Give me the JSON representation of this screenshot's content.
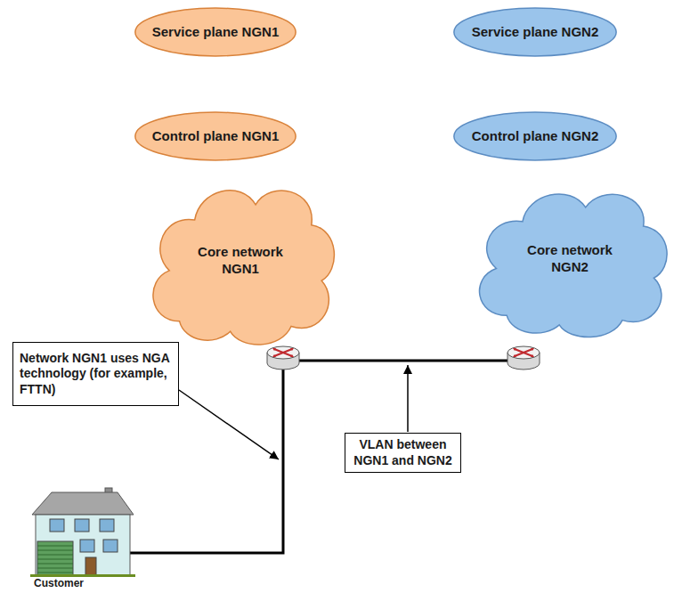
{
  "diagram": {
    "nodes": [
      {
        "text": [
          "Service plane NGN1"
        ]
      },
      {
        "text": [
          "Service plane NGN2"
        ]
      },
      {
        "text": [
          "Control plane NGN1"
        ]
      },
      {
        "text": [
          "Control plane NGN2"
        ]
      },
      {
        "text": [
          "Core network NGN1"
        ]
      },
      {
        "text": [
          "Core network NGN2"
        ]
      },
      {
        "text": [
          "Network NGN1 uses NGA technology (for example, FTTN)"
        ]
      },
      {
        "text": [
          "VLAN between NGN1 and NGN2"
        ]
      }
    ],
    "labels": [
      "Customer"
    ]
  }
}
